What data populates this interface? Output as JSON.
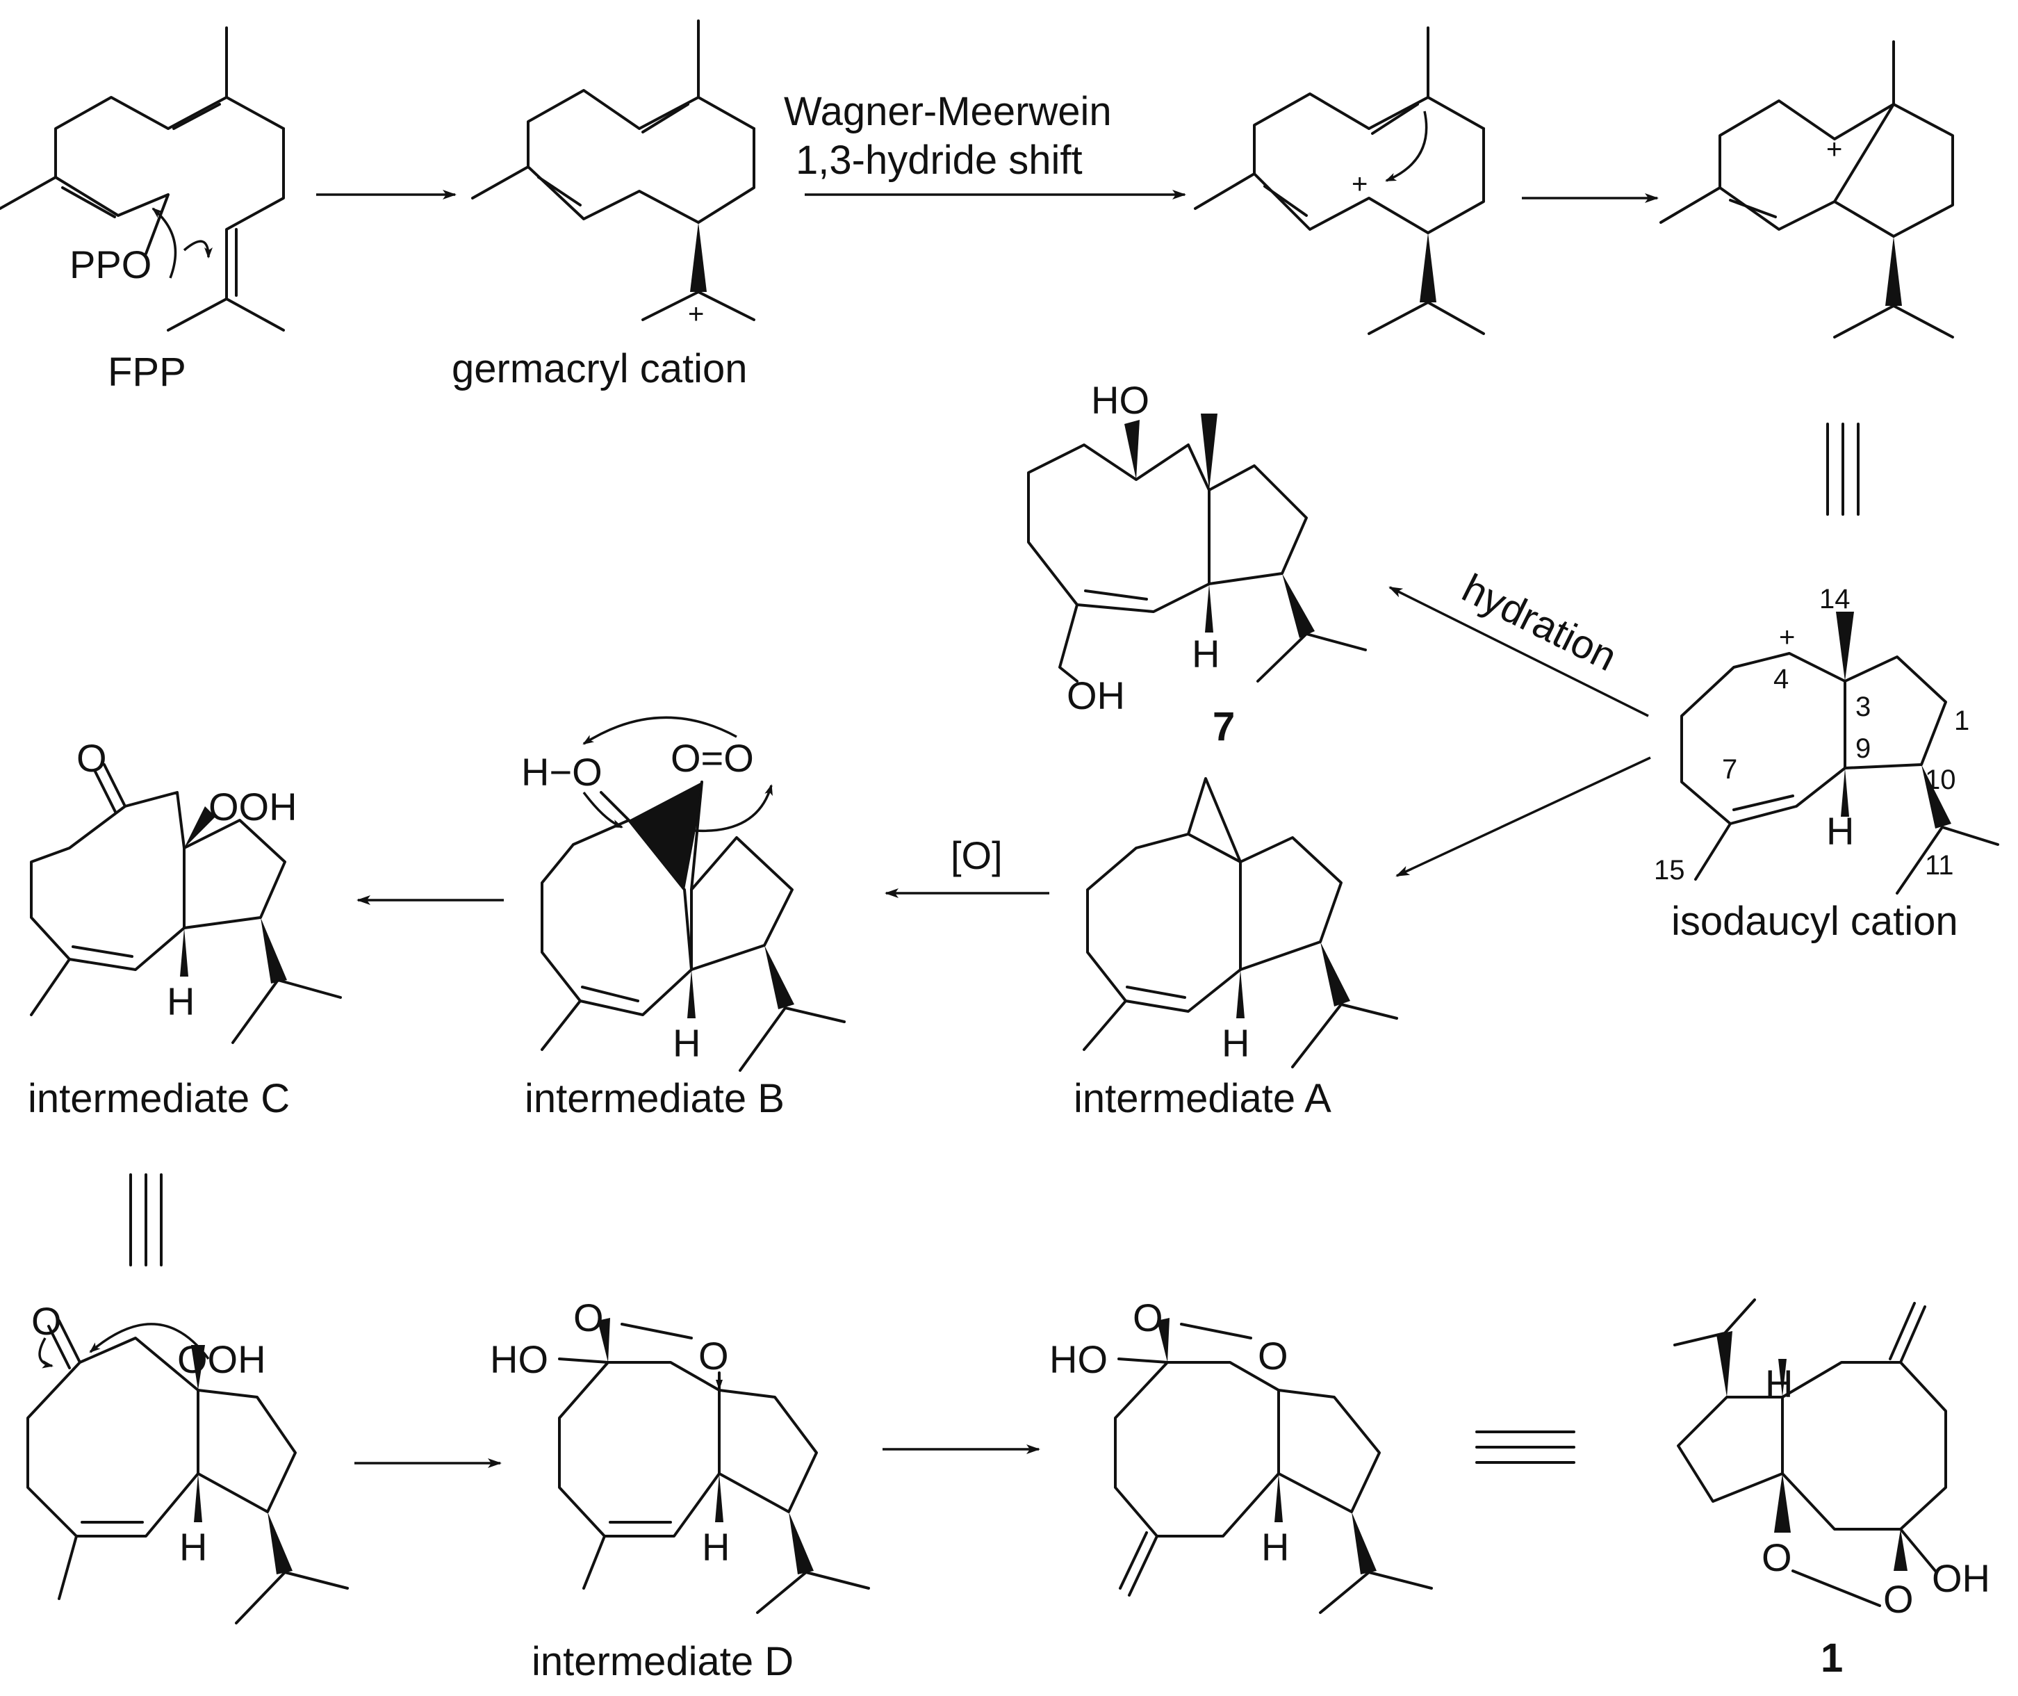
{
  "compounds": {
    "fpp": "FPP",
    "germacryl": "germacryl cation",
    "isodaucyl": "isodaucyl cation",
    "c7": "7",
    "int_a": "intermediate A",
    "int_b": "intermediate B",
    "int_c": "intermediate C",
    "int_d": "intermediate D",
    "c1": "1"
  },
  "reagents": {
    "wm1": "Wagner-Meerwein",
    "wm2": "1,3-hydride shift",
    "hydration": "hydration",
    "oxidation": "[O]"
  },
  "atoms": {
    "ppo": "PPO",
    "ho": "HO",
    "oh": "OH",
    "ooh": "OOH",
    "o": "O",
    "h": "H",
    "h_minus_o": "H−O",
    "o_eq_o": "O=O",
    "plus": "+"
  },
  "numbering": {
    "n14": "14",
    "n4": "4",
    "n3": "3",
    "n1": "1",
    "n9": "9",
    "n7": "7",
    "n10": "10",
    "n15": "15",
    "n11": "11"
  },
  "colors": {
    "ink": "#111111",
    "background": "#ffffff"
  }
}
